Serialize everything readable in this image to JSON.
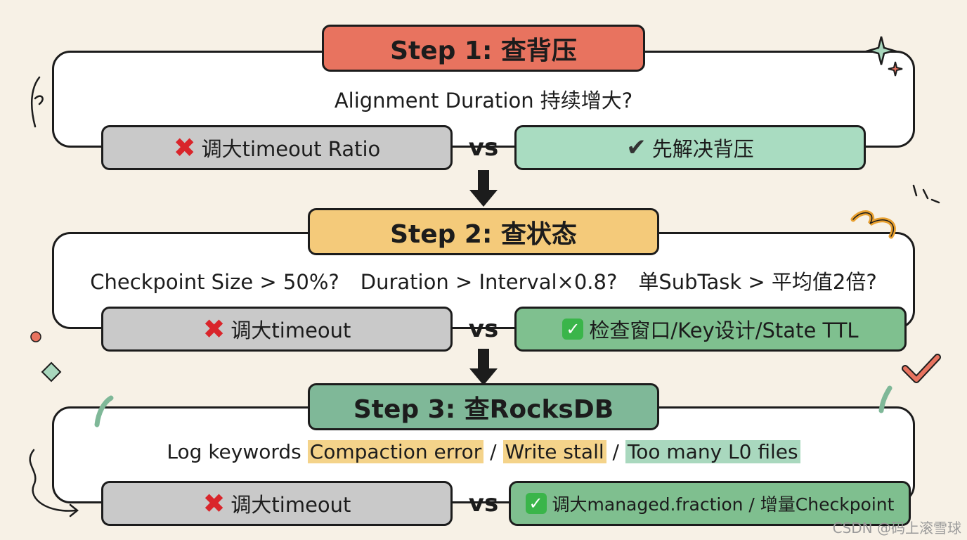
{
  "steps": [
    {
      "title": "Step 1:  查背压",
      "question": "Alignment Duration 持续增大?",
      "bad_option": "调大timeout Ratio",
      "vs": "vs",
      "good_option": "先解决背压",
      "color": "#e8735f"
    },
    {
      "title": "Step 2:  查状态",
      "question_parts": [
        "Checkpoint Size > 50%?",
        "Duration > Interval×0.8?",
        "单SubTask > 平均值2倍?"
      ],
      "bad_option": "调大timeout",
      "vs": "vs",
      "good_option": "检查窗口/Key设计/State TTL",
      "color": "#f4ca7a"
    },
    {
      "title": "Step 3:  查RocksDB",
      "question_prefix": "Log keywords",
      "keywords": [
        "Compaction error",
        "Write stall",
        "Too many L0 files"
      ],
      "separator": "/",
      "bad_option": "调大timeout",
      "vs": "vs",
      "good_option": "调大managed.fraction / 增量Checkpoint",
      "color": "#7fb898"
    }
  ],
  "colors": {
    "bad": "#c9c9c9",
    "good_1": "#a9dcc1",
    "good_2": "#7fc08f",
    "good_3": "#7fbf8f"
  },
  "icons": {
    "bad": "cross-icon",
    "good": "check-icon"
  },
  "watermark": "CSDN @码上滚雪球"
}
